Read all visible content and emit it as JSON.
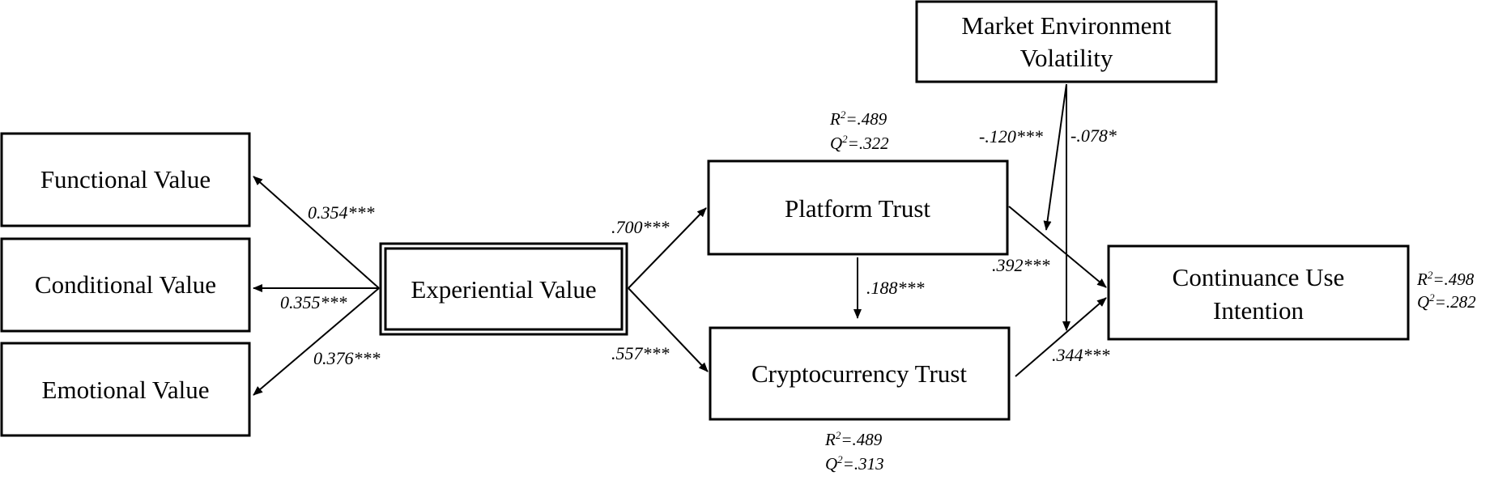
{
  "constructs": {
    "functional_value": "Functional Value",
    "conditional_value": "Conditional Value",
    "emotional_value": "Emotional Value",
    "experiential_value": "Experiential Value",
    "platform_trust": "Platform Trust",
    "cryptocurrency_trust": "Cryptocurrency Trust",
    "market_volatility": [
      "Market Environment",
      "Volatility"
    ],
    "continuance_intention": [
      "Continuance Use",
      "Intention"
    ]
  },
  "paths": {
    "ev_functional": "0.354***",
    "ev_conditional": "0.355***",
    "ev_emotional": "0.376***",
    "ev_platform": ".700***",
    "ev_crypto": ".557***",
    "platform_crypto": ".188***",
    "platform_intention": ".392***",
    "crypto_intention": ".344***",
    "mev_platform_path": "-.120***",
    "mev_crypto_path": "-.078*"
  },
  "stats": {
    "platform_trust": {
      "r2_label": "R",
      "r2_value": "=.489",
      "q2_label": "Q",
      "q2_value": "=.322"
    },
    "cryptocurrency_trust": {
      "r2_label": "R",
      "r2_value": "=.489",
      "q2_label": "Q",
      "q2_value": "=.313"
    },
    "continuance_intention": {
      "r2_label": "R",
      "r2_value": "=.498",
      "q2_label": "Q",
      "q2_value": "=.282"
    },
    "superscript": "2"
  }
}
